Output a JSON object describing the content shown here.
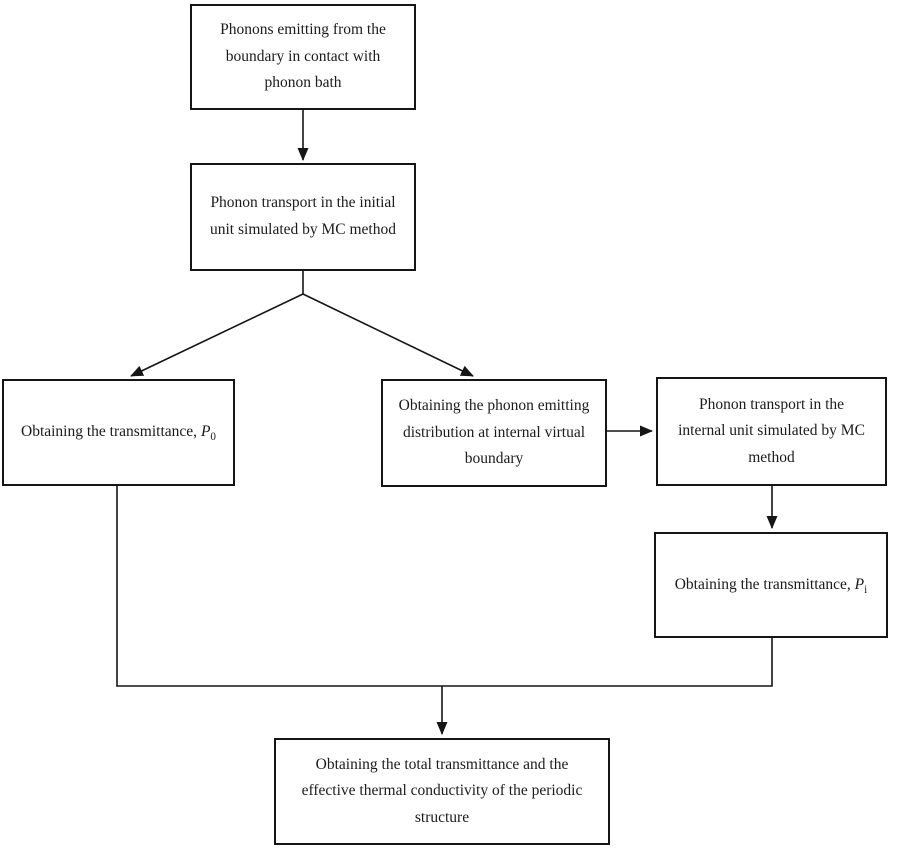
{
  "figure": {
    "background": "#ffffff",
    "ink": "#151515",
    "nodes": {
      "phonon_emit": {
        "label": "Phonons emitting from the\nboundary in contact with\nphonon bath"
      },
      "initial_transport": {
        "label": "Phonon transport in the initial\nunit simulated by MC method"
      },
      "transmittance_p0": {
        "label": "Obtaining the transmittance, ",
        "symbol": "P",
        "subscript": "0"
      },
      "emit_distribution": {
        "label": "Obtaining the phonon emitting\ndistribution at internal virtual\nboundary"
      },
      "internal_transport": {
        "label": "Phonon transport in the\ninternal unit simulated by MC\nmethod"
      },
      "transmittance_pi": {
        "label": "Obtaining the transmittance, ",
        "symbol": "P",
        "subscript": "i"
      },
      "total_transmittance": {
        "label": "Obtaining the total transmittance and the\neffective thermal conductivity of the periodic\nstructure"
      }
    }
  }
}
